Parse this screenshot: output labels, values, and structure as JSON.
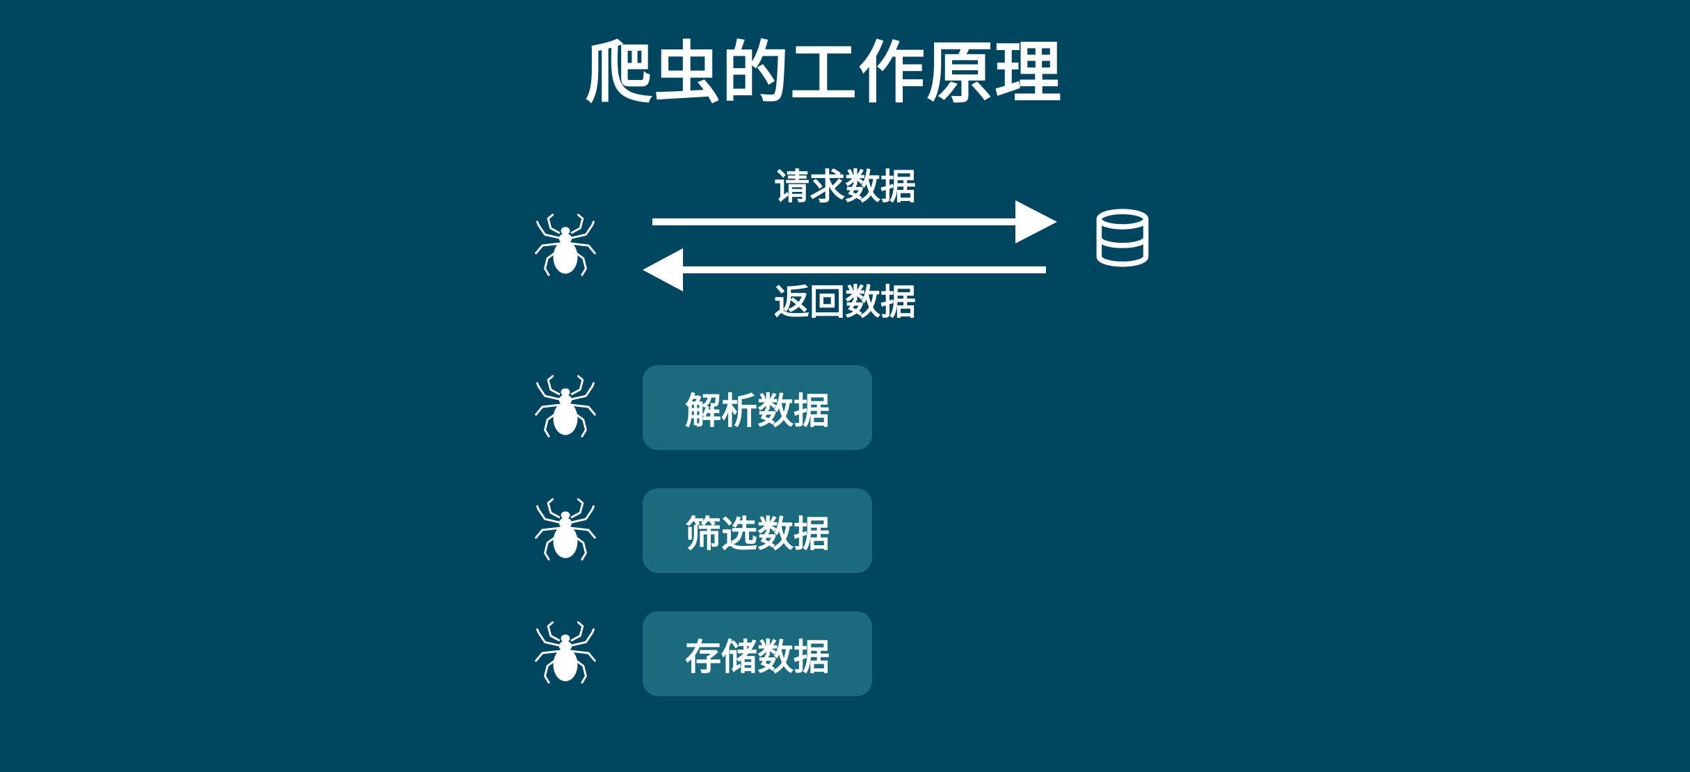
{
  "colors": {
    "background": "#004560",
    "box": "#1b6a7e",
    "foreground": "#ffffff"
  },
  "title": "爬虫的工作原理",
  "flow": {
    "request_label": "请求数据",
    "response_label": "返回数据",
    "client_icon": "spider-icon",
    "server_icon": "database-icon"
  },
  "steps": [
    {
      "label": "解析数据",
      "icon": "spider-icon"
    },
    {
      "label": "筛选数据",
      "icon": "spider-icon"
    },
    {
      "label": "存储数据",
      "icon": "spider-icon"
    }
  ]
}
